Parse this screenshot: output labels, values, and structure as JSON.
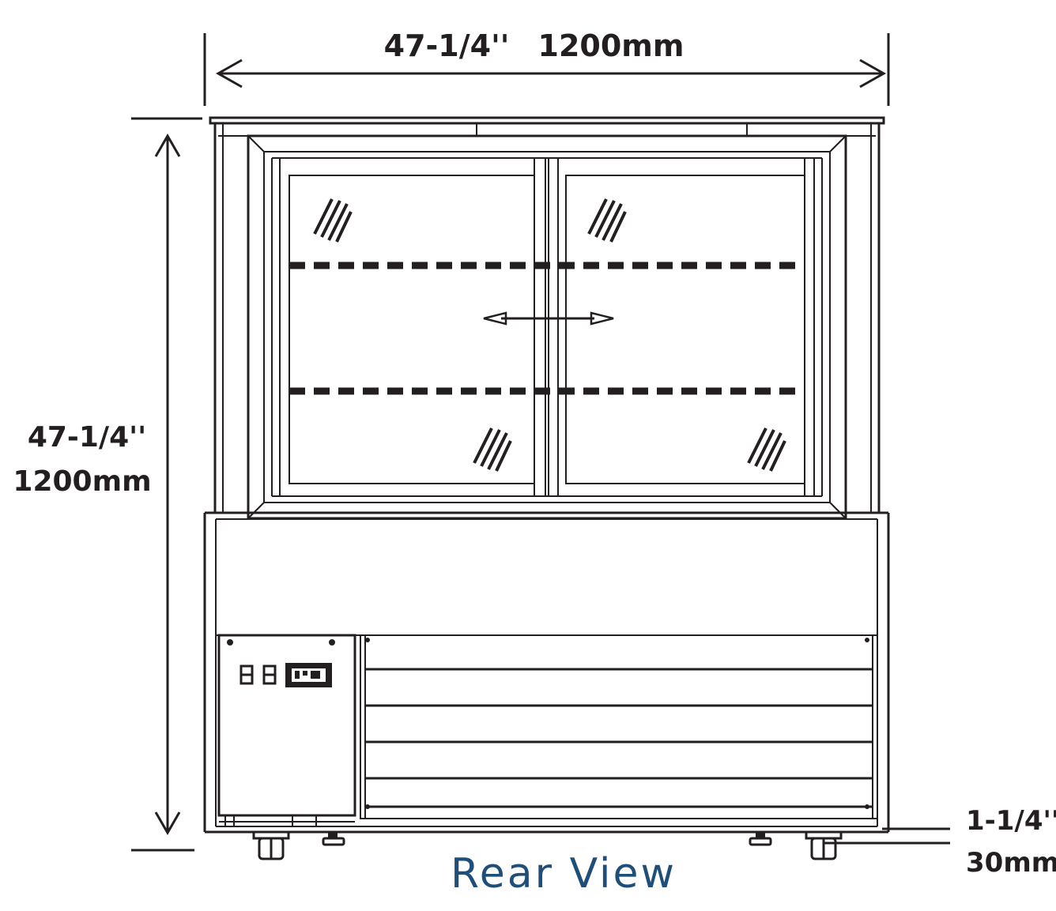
{
  "width_dimension": {
    "imperial": "47-1/4''",
    "metric": "1200mm"
  },
  "height_dimension": {
    "imperial": "47-1/4''",
    "metric": "1200mm"
  },
  "clearance_dimension": {
    "imperial": "1-1/4''",
    "metric": "30mm"
  },
  "caption": "Rear View",
  "colors": {
    "line": "#231f20",
    "caption": "#1f4e79"
  },
  "icons": [
    "glass-hatch-icon",
    "sliding-arrow-icon",
    "control-buttons-icon",
    "thermostat-display-icon",
    "caster-wheel-icon",
    "leveling-foot-icon"
  ]
}
